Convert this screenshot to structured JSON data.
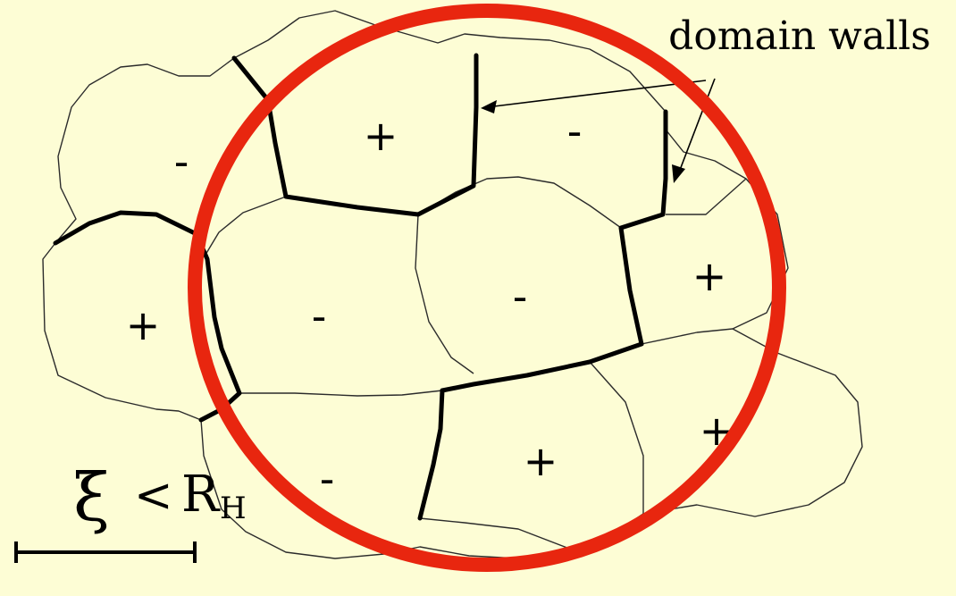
{
  "colors": {
    "background": "#fdfdd5",
    "horizon_circle": "#e8260f"
  },
  "annotation": {
    "label": "domain walls"
  },
  "scale": {
    "xi": "ξ",
    "less_than": "<",
    "r": "R",
    "subscript": "H"
  },
  "domains": [
    {
      "id": "top-left",
      "sign": "-"
    },
    {
      "id": "top-middle",
      "sign": "+"
    },
    {
      "id": "top-right",
      "sign": "-"
    },
    {
      "id": "left",
      "sign": "+"
    },
    {
      "id": "center-left",
      "sign": "-"
    },
    {
      "id": "center",
      "sign": "-"
    },
    {
      "id": "right",
      "sign": "+"
    },
    {
      "id": "bottom-left",
      "sign": "-"
    },
    {
      "id": "bottom-middle",
      "sign": "+"
    },
    {
      "id": "bottom-right",
      "sign": "+"
    }
  ]
}
